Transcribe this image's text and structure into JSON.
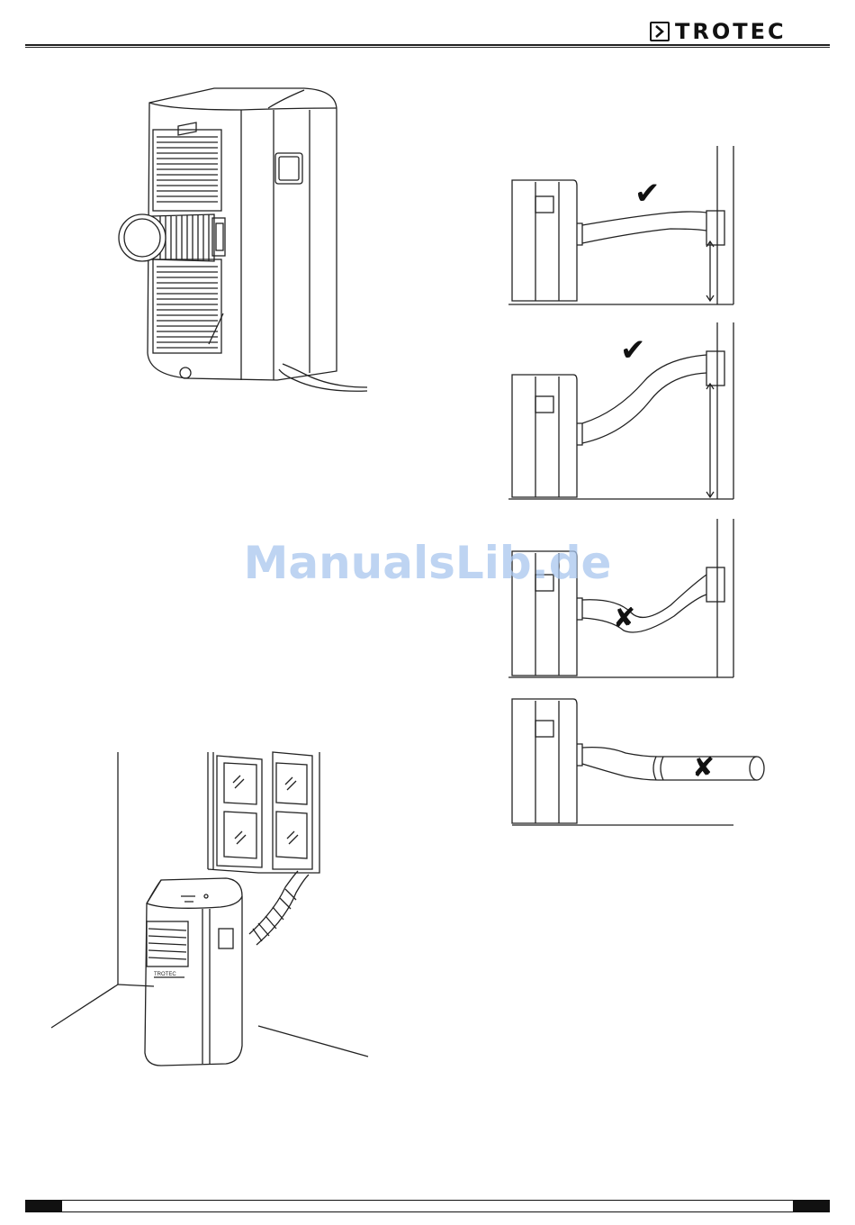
{
  "header": {
    "brand": "TROTEC"
  },
  "watermark": {
    "text": "ManualsLib.de"
  },
  "figures": {
    "unit_rear": {
      "icon": "air-conditioner-rear-hose-icon"
    },
    "unit_window": {
      "icon": "air-conditioner-window-installation-icon"
    },
    "hose_ok_1": {
      "status": "correct",
      "mark": "✔"
    },
    "hose_ok_2": {
      "status": "correct",
      "mark": "✔"
    },
    "hose_wrong_1": {
      "status": "incorrect",
      "mark": "✘"
    },
    "hose_wrong_2": {
      "status": "incorrect",
      "mark": "✘"
    }
  }
}
